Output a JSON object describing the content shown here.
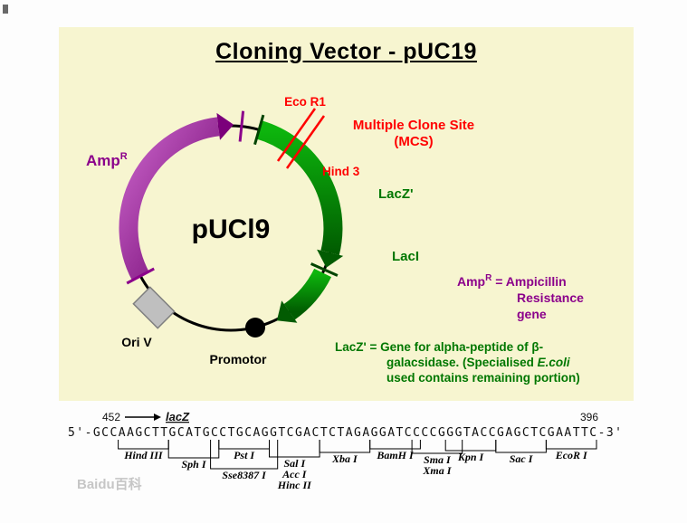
{
  "title": "Cloning Vector - pUC19",
  "plasmid": {
    "name": "pUCl9",
    "labels": {
      "amp_gene": "Amp",
      "amp_sup": "R",
      "eco_r1": "Eco R1",
      "mcs_line1": "Multiple Clone Site",
      "mcs_line2": "(MCS)",
      "hind3": "Hind 3",
      "lacz": "LacZ'",
      "laci": "LacI",
      "ori": "Ori V",
      "promotor": "Promotor"
    },
    "colors": {
      "amp_purple": "#8B008B",
      "lac_green": "#007700",
      "annotation_red": "#FF0000",
      "panel_yellow": "#F7F5D0"
    }
  },
  "legend": {
    "amp": {
      "prefix": "Amp",
      "sup": "R",
      "suffix": " =  Ampicillin",
      "line2": "Resistance",
      "line3": "gene"
    },
    "lacz": {
      "line1": "LacZ'  =  Gene for alpha-peptide of β-",
      "line2a": "galacsidase. (Specialised ",
      "line2b": "E.coli",
      "line3": "used contains remaining portion)"
    }
  },
  "seqmap": {
    "left_number": "452",
    "gene_label": "lacZ",
    "right_number": "396",
    "sequence": "5'-GCCAAGCTTGCATGCCTGCAGGTCGACTCTAGAGGATCCCCGGGTACCGAGCTCGAATTC-3'",
    "enzymes": [
      "Hind III",
      "Sph I",
      "Pst I",
      "Sse8387 I",
      "Sal I",
      "Acc I",
      "Hinc II",
      "Xba I",
      "BamH I",
      "Sma I",
      "Xma I",
      "Kpn I",
      "Sac I",
      "EcoR I"
    ],
    "watermark": "Baidu百科"
  }
}
